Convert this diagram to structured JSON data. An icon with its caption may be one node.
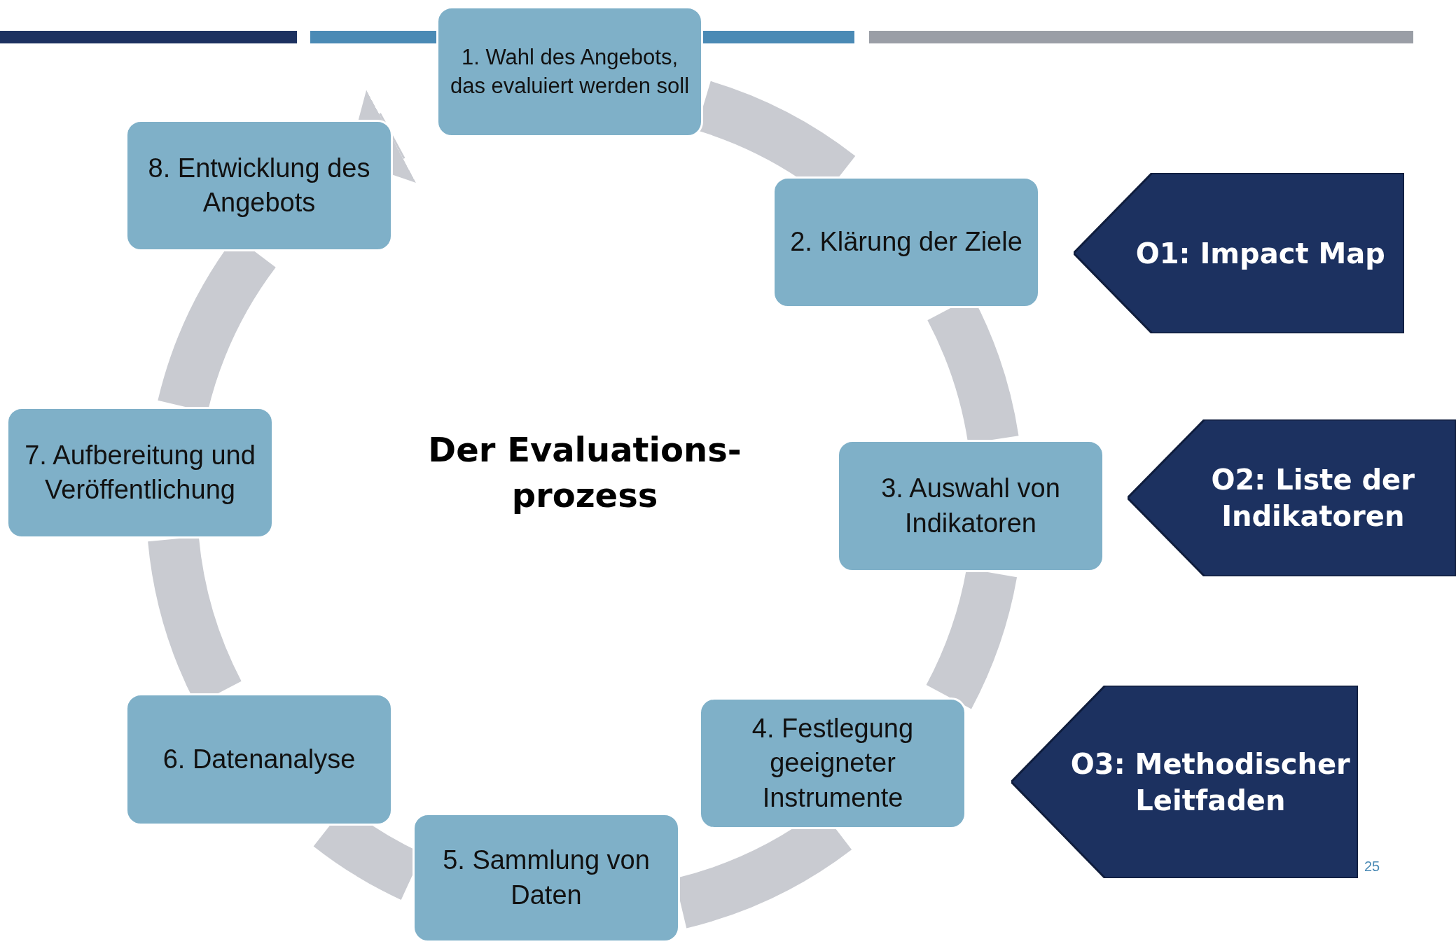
{
  "diagram": {
    "title": "Der Evaluations- prozess",
    "nodes": [
      {
        "text": [
          "1. Wahl des Angebots, das evaluiert werden soll"
        ]
      },
      {
        "text": [
          "2. Klärung der Ziele"
        ]
      },
      {
        "text": [
          "3. Auswahl von Indikatoren"
        ]
      },
      {
        "text": [
          "4. Festlegung geeigneter Instrumente"
        ]
      },
      {
        "text": [
          "5. Sammlung von Daten"
        ]
      },
      {
        "text": [
          "6. Datenanalyse"
        ]
      },
      {
        "text": [
          "7. Aufbereitung und Veröffentlichung"
        ]
      },
      {
        "text": [
          "8. Entwicklung des Angebots"
        ]
      },
      {
        "text": [
          "O1: Impact Map"
        ]
      },
      {
        "text": [
          "O2: Liste der Indikatoren"
        ]
      },
      {
        "text": [
          "O3: Methodischer Leitfaden"
        ]
      }
    ],
    "edges": [
      {
        "from": 0,
        "to": 1,
        "arrow": "none"
      },
      {
        "from": 1,
        "to": 2,
        "arrow": "none"
      },
      {
        "from": 2,
        "to": 3,
        "arrow": "none"
      },
      {
        "from": 3,
        "to": 4,
        "arrow": "none"
      },
      {
        "from": 4,
        "to": 5,
        "arrow": "none"
      },
      {
        "from": 5,
        "to": 6,
        "arrow": "none"
      },
      {
        "from": 6,
        "to": 7,
        "arrow": "none"
      },
      {
        "from": 7,
        "to": 0,
        "arrow": "to"
      }
    ],
    "labels": [
      "25"
    ]
  }
}
